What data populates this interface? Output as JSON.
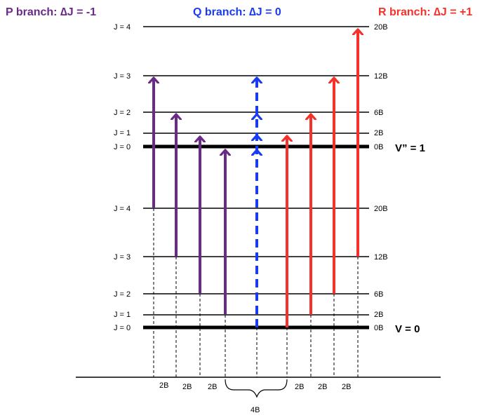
{
  "titles": {
    "p_branch": "P branch: ∆J = -1",
    "q_branch": "Q branch: ∆J = 0",
    "r_branch": "R branch: ∆J = +1"
  },
  "colors": {
    "p": "#6a2b87",
    "q": "#1a3cf0",
    "r": "#f5312a"
  },
  "upper_levels": [
    {
      "j": "J = 4",
      "energy": "20B"
    },
    {
      "j": "J = 3",
      "energy": "12B"
    },
    {
      "j": "J = 2",
      "energy": "6B"
    },
    {
      "j": "J = 1",
      "energy": "2B"
    },
    {
      "j": "J = 0",
      "energy": "0B"
    }
  ],
  "lower_levels": [
    {
      "j": "J = 4",
      "energy": "20B"
    },
    {
      "j": "J = 3",
      "energy": "12B"
    },
    {
      "j": "J = 2",
      "energy": "6B"
    },
    {
      "j": "J = 1",
      "energy": "2B"
    },
    {
      "j": "J = 0",
      "energy": "0B"
    }
  ],
  "upper_state_label": "V” = 1",
  "lower_state_label": "V = 0",
  "spacing_labels": [
    "2B",
    "2B",
    "2B",
    "2B",
    "2B",
    "2B"
  ],
  "center_gap_label": "4B"
}
